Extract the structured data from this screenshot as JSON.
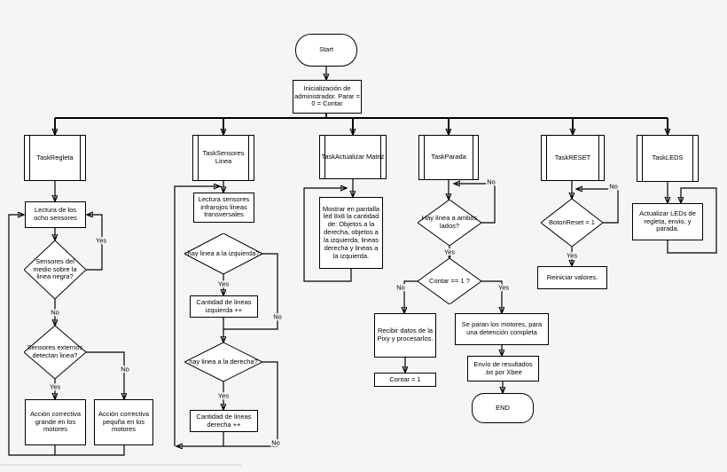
{
  "colors": {
    "background": "#f5f5f5",
    "line": "#000000",
    "node_fill": "#ffffff",
    "text": "#000000"
  },
  "nodes": {
    "start": "Start",
    "init": "Inicialización de administrador. Parar = 0 = Contar",
    "task_regleta": "TaskRegleta",
    "task_sensores": "TaskSensores Linea",
    "task_matriz": "TaskActualizar Matriz",
    "task_parada": "TaskParada",
    "task_reset": "TaskRESET",
    "task_leds": "TaskLEDS",
    "lectura_ocho": "Lectura de los ocho sensores",
    "d_sensores_medio": "Sensores del medio sobre la linea negra?",
    "d_sensores_externos": "Sensores externos detectan linea?",
    "accion_grande": "Acción correctiva grande en los motores",
    "accion_pequena": "Acción correctiva pequña en los motores",
    "lectura_infrarojos": "Lectura sensores infrarojos lineas transversales",
    "d_linea_izquierda": "hay linea a la izquierda?",
    "cantidad_izquierda": "Cantidad de lineas izquierda ++",
    "d_linea_derecha": "hay linea a la derecha?",
    "cantidad_derecha": "Cantidad de lineas derecha ++",
    "mostrar_matriz": "Mostrar en pantalla led 8x8 la cantidad de: Objetos a la derecha, objetos a la izquierda, lineas derecha y lineas a la izquierda.",
    "d_linea_ambos": "Hay línea a ambos lados?",
    "d_contar": "Contar == 1 ?",
    "recibir_pixy": "Recibir datos de la Pixy y procesarlos.",
    "contar_1": "Contar = 1",
    "paran_motores": "Se paran los motores, para una detención completa",
    "envio_resultados": "Envío de resultados .txt por Xbee",
    "end": "END",
    "d_botonreset": "BotonReset = 1",
    "reiniciar": "Reiniciar valores.",
    "actualizar_leds": "Actualizar LEDs de regleta, envio, y parada."
  },
  "edge_labels": {
    "regleta_yes_loop": "Yes",
    "regleta_no_medio": "No",
    "regleta_yes_externos": "Yes",
    "regleta_no_externos": "No",
    "sensores_yes_izq": "Yes",
    "sensores_no_izq": "No",
    "sensores_yes_der": "Yes",
    "sensores_no_der": "No",
    "parada_no_ambos": "No",
    "parada_yes_ambos": "Yes",
    "parada_no_contar": "No",
    "parada_yes_contar": "Yes",
    "reset_no": "No",
    "reset_yes": "Yes"
  }
}
